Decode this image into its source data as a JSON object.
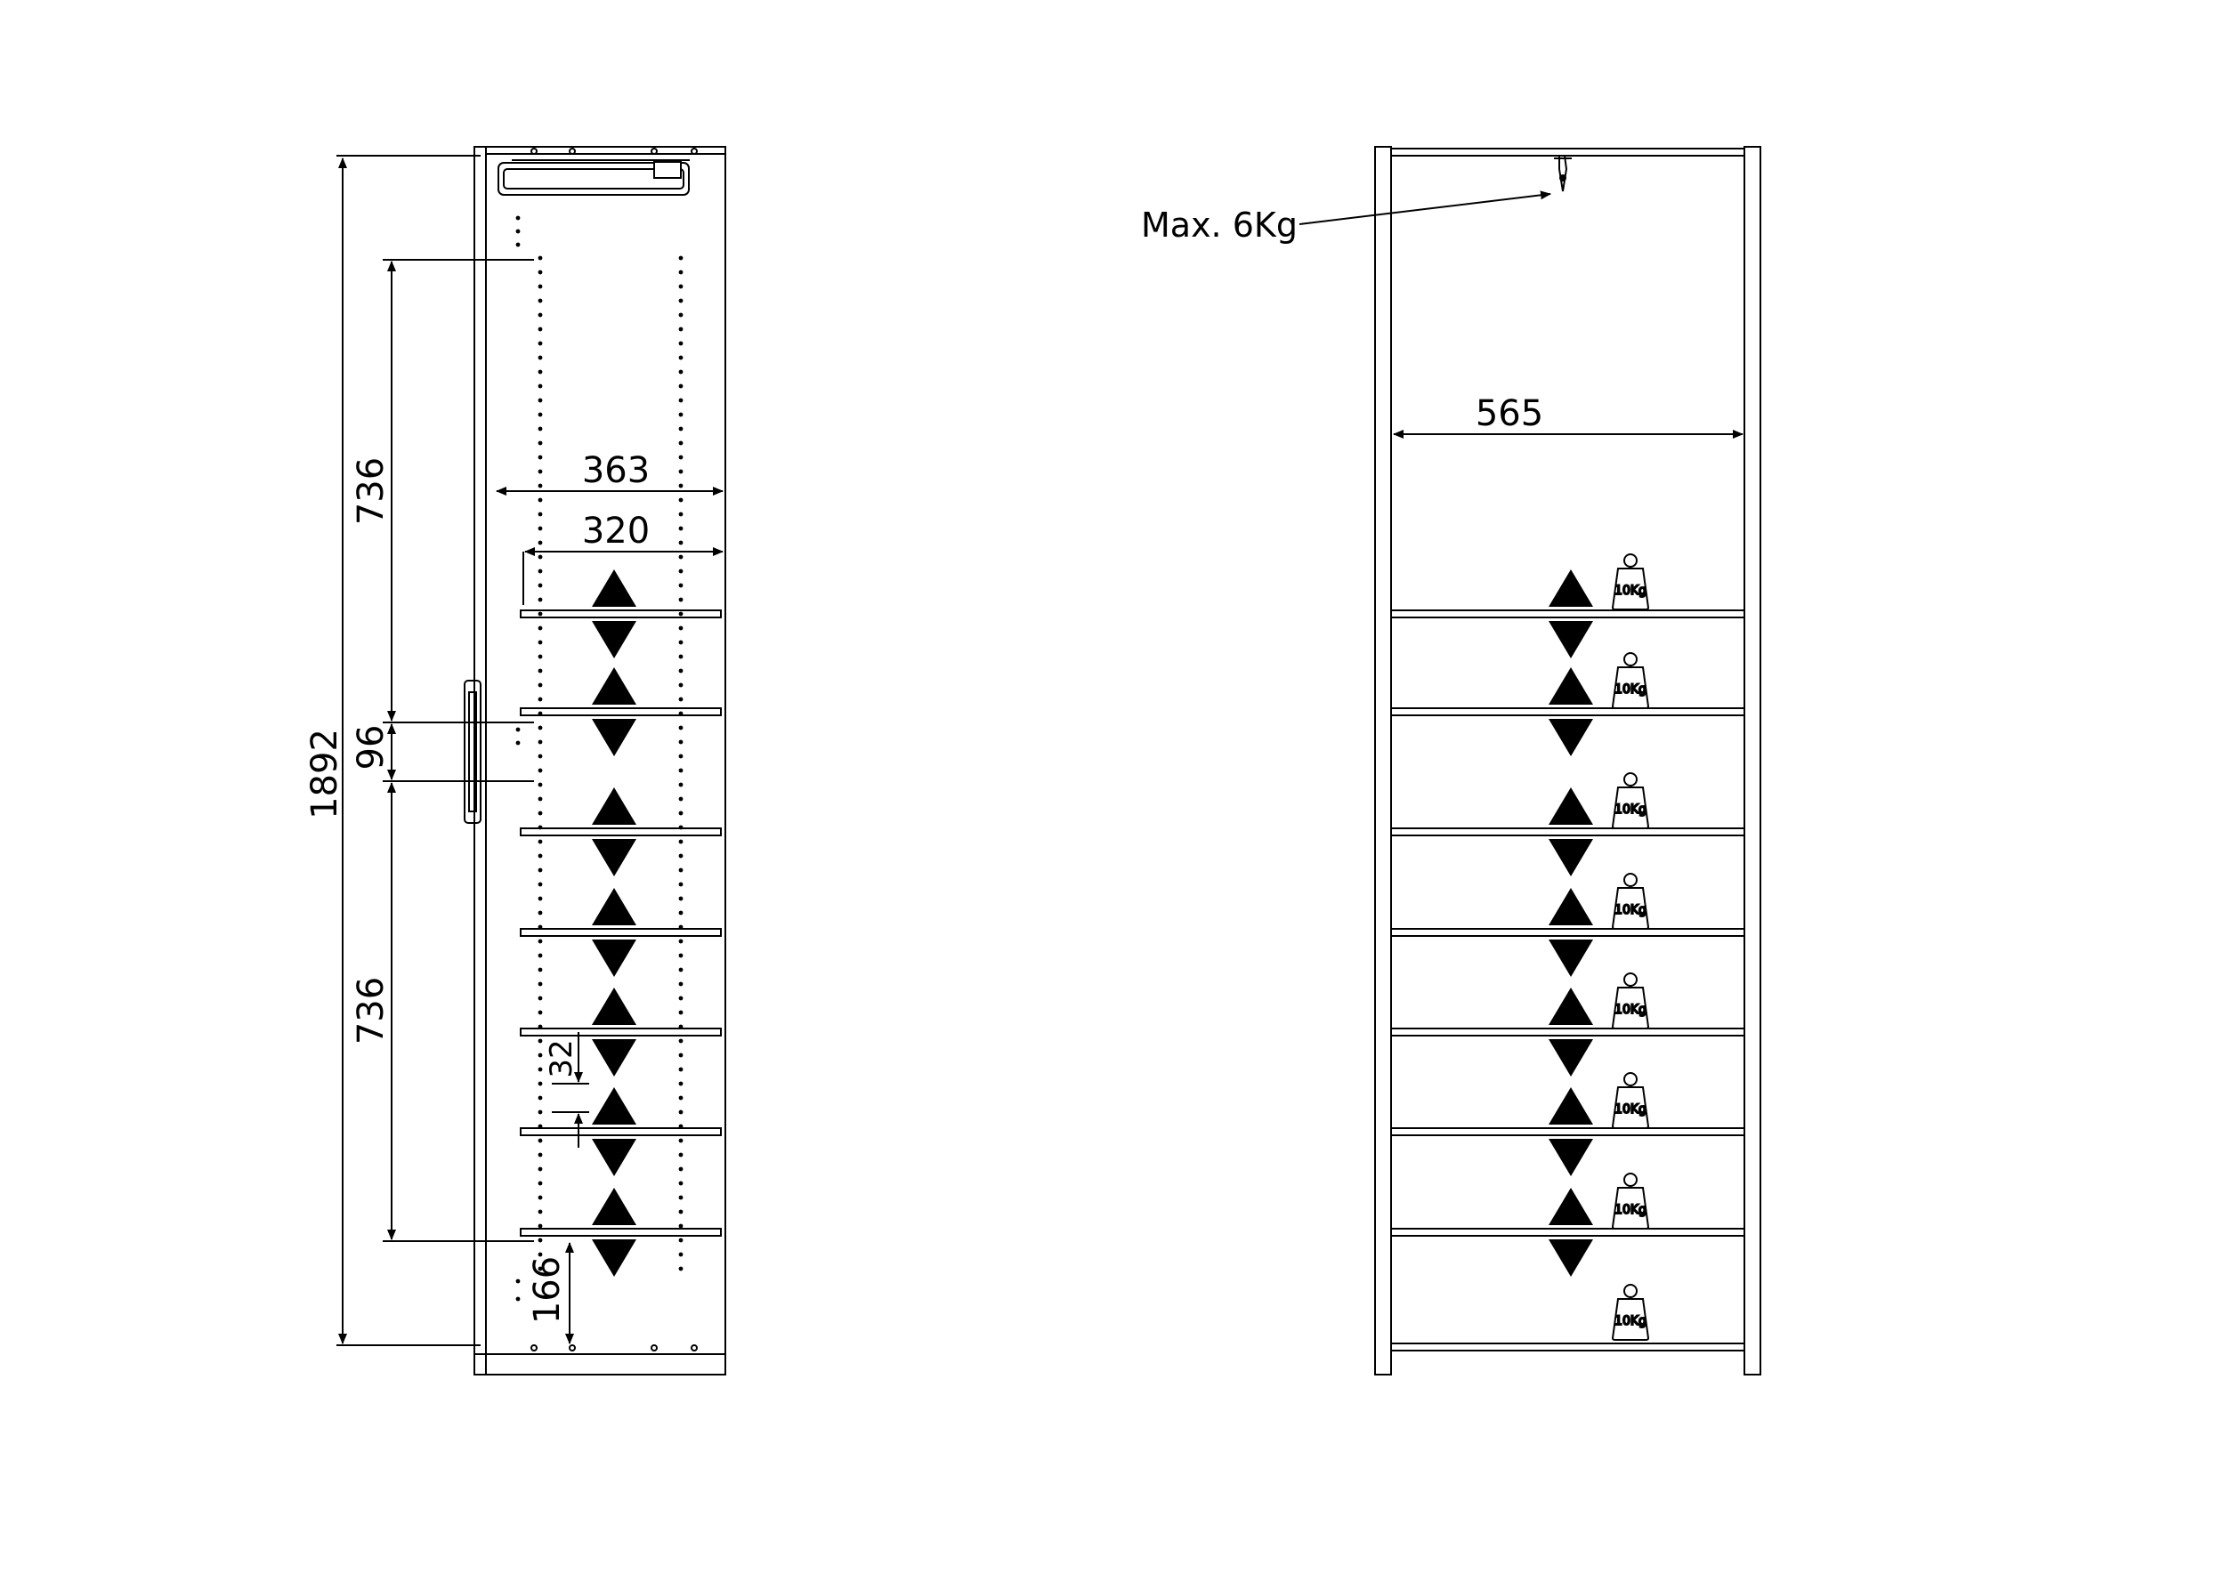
{
  "front_view": {
    "dimensions": {
      "total_height": "1892",
      "upper_section": "736",
      "gap": "96",
      "lower_section": "736",
      "outer_width": "363",
      "inner_width": "320",
      "hole_spacing": "32",
      "bottom_clearance": "166"
    },
    "adjustable_shelf_count": 7
  },
  "side_view": {
    "hanging_load_label": "Max. 6Kg",
    "inner_width": "565",
    "shelf_count": 7,
    "shelf_load_label": "10Kg",
    "load_marker_count": 8
  },
  "colors": {
    "line": "#000000",
    "background": "#ffffff"
  }
}
